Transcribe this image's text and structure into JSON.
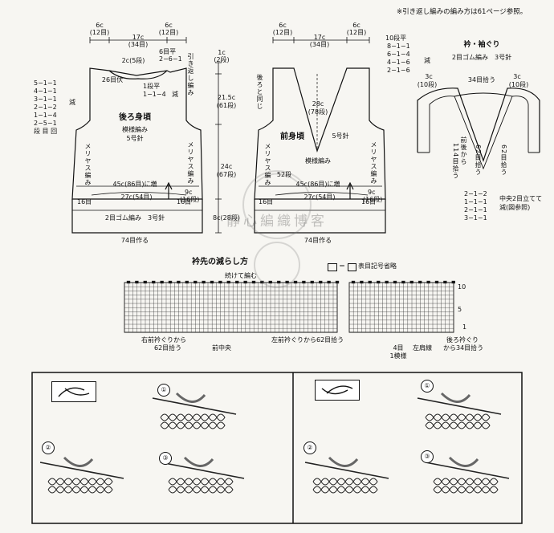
{
  "header_note": "※引き返し編みの編み方は61ページ参照。",
  "back": {
    "title": "後ろ身頃",
    "pattern": "模様編み",
    "needle": "5号針",
    "dim_shoulder_l": "6c",
    "dim_shoulder_l_rows": "(12目)",
    "dim_neck": "17c",
    "dim_neck_sts": "(34目)",
    "dim_shoulder_r": "6c",
    "dim_shoulder_r_rows": "(12目)",
    "neck_depth": "2c(5段)",
    "bind_off": "26目伏",
    "neck_dec_1": "1段平",
    "neck_dec_2": "1−1−4",
    "neck_dec_3": "減",
    "shoulder_top": "6目平",
    "shoulder_top_2": "2−6−1",
    "short_row": "引き返し編み",
    "armhole_list": [
      "5−1−1",
      "4−1−1",
      "3−1−1",
      "2−1−2",
      "1−1−4",
      "2−5−1",
      "段 目 回"
    ],
    "armhole_dec": "減",
    "side": "メリヤス編み",
    "side_r": "メリヤス編み",
    "width": "45c(86目)に増",
    "width_27": "27c(54目)",
    "side_16_l": "16目",
    "side_16_r": "16目",
    "rib": "2目ゴム編み　3号針",
    "cast_on": "74目作る",
    "rib_9c": "9c",
    "rib_9c_rows": "(16段)"
  },
  "heights": {
    "top": "1c",
    "top_rows": "(2段)",
    "mid": "21.5c",
    "mid_rows": "(61段)",
    "low": "24c",
    "low_rows": "(67段)",
    "rib": "8c(28段)"
  },
  "front": {
    "title": "前身頃",
    "pattern": "模様編み",
    "needle": "5号針",
    "dim_shoulder_l": "6c",
    "dim_shoulder_l_rows": "(12目)",
    "dim_neck": "17c",
    "dim_neck_sts": "(34目)",
    "dim_shoulder_r": "6c",
    "dim_shoulder_r_rows": "(12目)",
    "neck_rows": "10段平",
    "neck_list": [
      "8−1−1",
      "6−1−4",
      "4−1−6",
      "2−1−6"
    ],
    "neck_dec": "減",
    "same_as_back": "後ろと同じ",
    "v_depth": "28c",
    "v_depth_rows": "(78段)",
    "rows_52": "52段",
    "side": "メリヤス編み",
    "side_r": "メリヤス編み",
    "width": "45c(86目)に増",
    "width_27": "27c(54目)",
    "side_16_l": "16目",
    "side_16_r": "16目",
    "rib_9c": "9c",
    "rib_9c_rows": "(16段)",
    "cast_on": "74目作る"
  },
  "collar": {
    "title": "衿・袖ぐり",
    "subtitle": "2目ゴム編み　3号針",
    "pickup_top": "34目拾う",
    "left_w": "3c",
    "left_rows": "(10段)",
    "right_w": "3c",
    "right_rows": "(10段)",
    "from_front": "前後から",
    "pickup_114": "114目拾う",
    "pickup_62_l": "62目拾う",
    "pickup_62_r": "62目拾う",
    "dec_list": [
      "2−1−2",
      "1−1−1",
      "2−1−1",
      "3−1−1"
    ],
    "center_note_1": "中央2目立てて",
    "center_note_2": "減(図参照)"
  },
  "chart": {
    "title": "衿先の減らし方",
    "knit_continue": "続けて編む",
    "legend_eq": "＝",
    "legend_text": "表目記号省略",
    "row_10": "10",
    "row_5": "5",
    "row_1": "1",
    "left_pick": "右前衿ぐりから",
    "left_pick_2": "62目拾う",
    "center": "前中央",
    "mid_pick": "左前衿ぐりから62目拾う",
    "rep_4": "4目",
    "rep_4b": "1模様",
    "shoulder": "左肩線",
    "right_pick": "後ろ衿ぐり",
    "right_pick_2": "から34目拾う"
  },
  "steps": {
    "left": [
      "①",
      "②",
      "③"
    ],
    "right": [
      "①",
      "②",
      "③"
    ]
  },
  "watermark": "靜心編織博客"
}
